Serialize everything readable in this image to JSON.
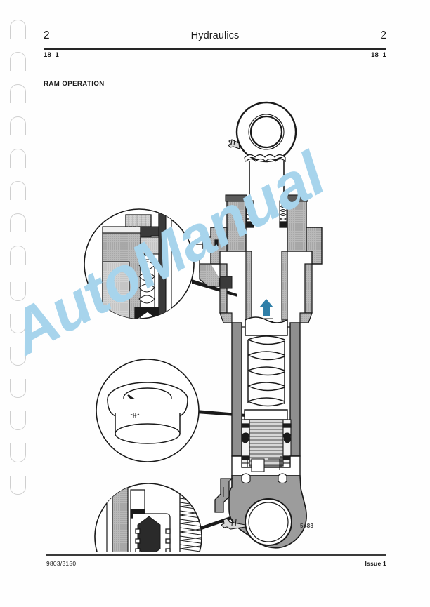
{
  "header": {
    "page_number_left": "2",
    "page_number_right": "2",
    "title": "Hydraulics",
    "section_ref_left": "18–1",
    "section_ref_right": "18–1"
  },
  "section": {
    "heading": "RAM OPERATION"
  },
  "figure": {
    "number": "5488",
    "watermark": "AutoManual",
    "detail_callouts": [
      {
        "id": "detail-top",
        "description": "gland / rod seal cross-section"
      },
      {
        "id": "detail-middle",
        "description": "bush ring isometric view"
      },
      {
        "id": "detail-bottom",
        "description": "piston seal and spring detail"
      }
    ]
  },
  "footer": {
    "publication_number": "9803/3150",
    "issue": "Issue 1"
  },
  "colors": {
    "rule": "#262626",
    "section_fill": "#a8a8a8",
    "section_fill_light": "#c9c9c9",
    "watermark": "#a7d4ec",
    "line": "#1a1a1a",
    "punch": "#cfcfcf",
    "accent_blue": "#2f7fa8"
  },
  "binding": {
    "hole_count_top": 8,
    "hole_count_bottom": 7
  }
}
